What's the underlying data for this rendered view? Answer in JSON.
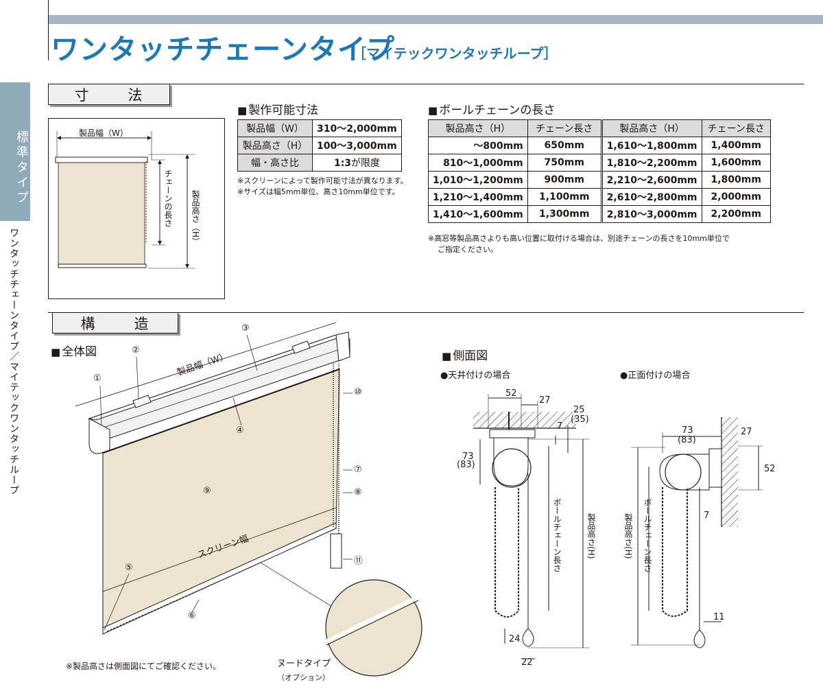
{
  "header": {
    "title": "ワンタッチチェーンタイプ",
    "subtitle": "［マイテックワンタッチループ］"
  },
  "side": {
    "tab_label": "標準タイプ",
    "vertical_text": "ワンタッチチェーンタイプ／マイテックワンタッチループ"
  },
  "section_dimensions": {
    "label": "寸　法",
    "diagram": {
      "width_label": "製品幅（W）",
      "chain_label": "チェーンの長さ",
      "height_label": "製品高さ（H）"
    },
    "makeable": {
      "heading": "製作可能寸法",
      "rows": [
        {
          "label": "製品幅（W）",
          "value": "310〜2,000mm"
        },
        {
          "label": "製品高さ（H）",
          "value": "100〜3,000mm"
        },
        {
          "label": "幅・高さ比",
          "value_bold": "1:3",
          "value_rest": "が限度"
        }
      ],
      "notes": [
        "※スクリーンによって製作可能寸法が異なります。",
        "※サイズは幅5mm単位、高さ10mm単位です。"
      ]
    },
    "chain": {
      "heading": "ボールチェーンの長さ",
      "headers": [
        "製品高さ（H）",
        "チェーン長さ",
        "製品高さ（H）",
        "チェーン長さ"
      ],
      "rows": [
        [
          "〜800mm",
          "650mm",
          "1,610〜1,800mm",
          "1,400mm"
        ],
        [
          "810〜1,000mm",
          "750mm",
          "1,810〜2,200mm",
          "1,600mm"
        ],
        [
          "1,010〜1,200mm",
          "900mm",
          "2,210〜2,600mm",
          "1,800mm"
        ],
        [
          "1,210〜1,400mm",
          "1,100mm",
          "2,610〜2,800mm",
          "2,000mm"
        ],
        [
          "1,410〜1,600mm",
          "1,300mm",
          "2,810〜3,000mm",
          "2,200mm"
        ]
      ],
      "note_line1": "※高窓等製品高さよりも高い位置に取付ける場合は、別途チェーンの長さを10mm単位で",
      "note_line2": "ご指定ください。"
    }
  },
  "section_structure": {
    "label": "構　造",
    "overall": {
      "heading": "全体図",
      "width_label": "製品幅（W）",
      "screen_width_label": "スクリーン幅",
      "part_numbers": [
        "①",
        "②",
        "③",
        "④",
        "⑤",
        "⑥",
        "⑦",
        "⑧",
        "⑨",
        "⑩",
        "⑪"
      ],
      "note": "※製品高さは側面図にてご確認ください。",
      "nude_label": "ヌードタイプ",
      "nude_sub": "（オプション）"
    },
    "side_view": {
      "heading": "側面図",
      "ceiling": {
        "label": "●天井付けの場合",
        "dims": {
          "d52": "52",
          "d27": "27",
          "d25": "25",
          "d35": "(35)",
          "d7": "7",
          "d73": "73",
          "d83": "(83)",
          "d24": "24",
          "d22": "22"
        },
        "chain_label": "ボールチェーン長さ",
        "height_label": "製品高さ(H)"
      },
      "front": {
        "label": "●正面付けの場合",
        "dims": {
          "d73": "73",
          "d83": "(83)",
          "d27": "27",
          "d52": "52",
          "d7": "7",
          "d11": "11"
        },
        "chain_label": "ボールチェーン長さ",
        "height_label": "製品高さ(H)"
      }
    }
  },
  "colors": {
    "title_blue": "#1b78b8",
    "band": "#a4b4c0",
    "tab": "#8faab8",
    "fabric": "#ece4cf"
  }
}
